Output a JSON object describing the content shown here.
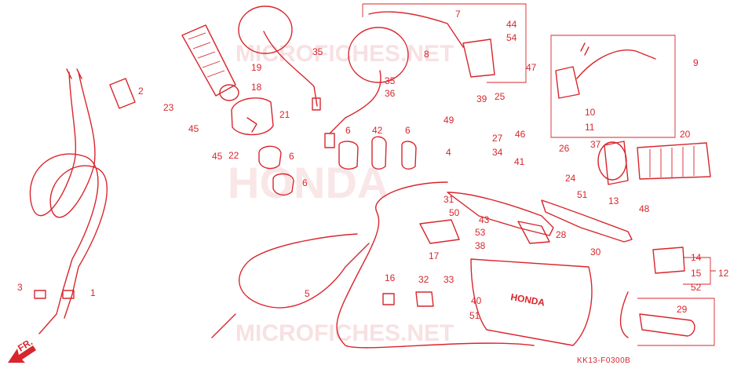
{
  "watermarks": {
    "top": "MICROFICHES.NET",
    "center": "HONDA",
    "bottom": "MICROFICHES.NET"
  },
  "parts": {
    "p1": "1",
    "p2": "2",
    "p3": "3",
    "p4": "4",
    "p5": "5",
    "p6": "6",
    "p7": "7",
    "p8": "8",
    "p9": "9",
    "p10": "10",
    "p11": "11",
    "p12": "12",
    "p13": "13",
    "p14": "14",
    "p15": "15",
    "p16": "16",
    "p17": "17",
    "p18": "18",
    "p19": "19",
    "p20": "20",
    "p21": "21",
    "p22": "22",
    "p23": "23",
    "p24": "24",
    "p25": "25",
    "p26": "26",
    "p27": "27",
    "p28": "28",
    "p29": "29",
    "p30": "30",
    "p31": "31",
    "p32": "32",
    "p33": "33",
    "p34": "34",
    "p35": "35",
    "p36": "36",
    "p37": "37",
    "p38": "38",
    "p39": "39",
    "p40": "40",
    "p41": "41",
    "p42": "42",
    "p43": "43",
    "p44": "44",
    "p45": "45",
    "p46": "46",
    "p47": "47",
    "p48": "48",
    "p49": "49",
    "p50": "50",
    "p51": "51",
    "p52": "52",
    "p53": "53",
    "p54": "54"
  },
  "front_marker": "FR.",
  "guard_text": "HONDA",
  "diagram_code": "KK13-F0300B",
  "colors": {
    "line": "#d9262d",
    "watermark": "#f2c9cc"
  }
}
